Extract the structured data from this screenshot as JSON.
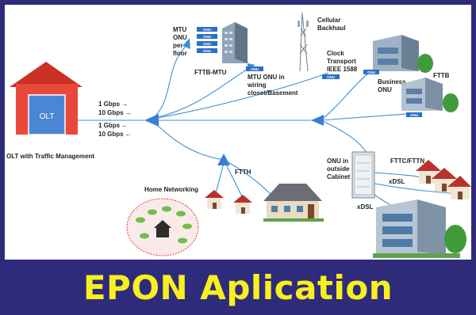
{
  "banner": {
    "title": "EPON Aplication"
  },
  "olt": {
    "box_label": "OLT",
    "caption": "OLT with Traffic Management",
    "rate_lines": [
      "1 Gbps →",
      "10 Gbps →",
      "1 Gbps ←",
      "10 Gbps ←"
    ]
  },
  "labels": {
    "mtu_per_floor": [
      "MTU",
      "ONU",
      "per",
      "floor"
    ],
    "fttb_mtu": "FTTB-MTU",
    "mtu_onu_wiring": [
      "MTU ONU in",
      "wiring",
      "closet/Basement"
    ],
    "cellular_backhaul": [
      "Cellular",
      "Backhaul"
    ],
    "clock_transport": [
      "Clock",
      "Transport",
      "IEEE 1588"
    ],
    "business_onu": [
      "Business",
      "ONU"
    ],
    "fttb": "FTTB",
    "ftth": "FTTH",
    "home_networking": "Home Networking",
    "onu_outside_cabinet": [
      "ONU in",
      "outside",
      "Cabinet"
    ],
    "fttc_fttn": "FTTC/FTTN",
    "xdsl_1": "xDSL",
    "xdsl_2": "xDSL"
  },
  "onu_tag": "ONU",
  "colors": {
    "background": "#2e2b7a",
    "title": "#f7ef1e",
    "fiber": "#3d8fd6",
    "splitter": "#3b7fd0",
    "olt_roof": "#cc2f23",
    "olt_body": "#e8493a",
    "onu": "#2c6fc4",
    "home_bubble": "#e03a3a"
  }
}
